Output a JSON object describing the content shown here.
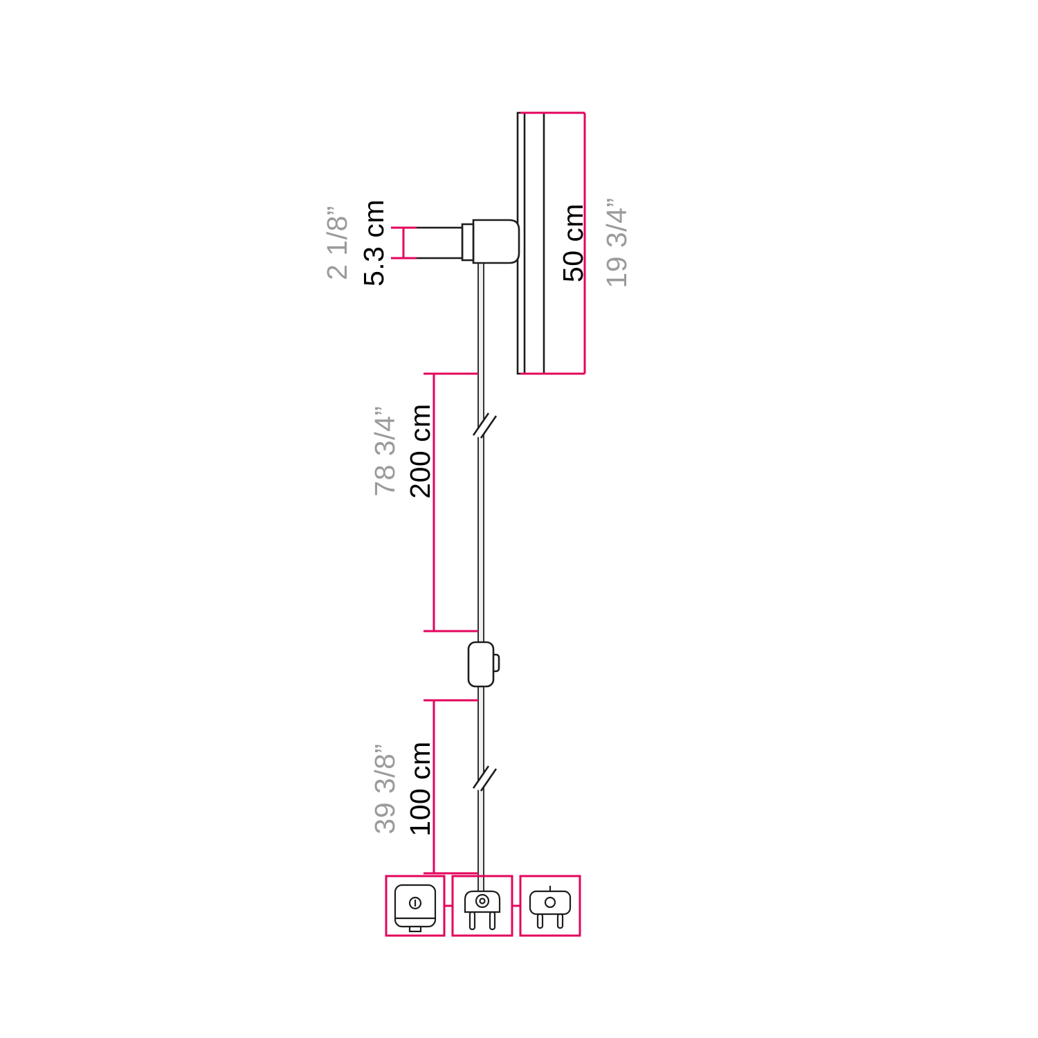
{
  "diagram": {
    "title": "lamp-dimension-diagram",
    "dims": {
      "socket": {
        "cm": "5.3 cm",
        "inch": "2 1/8”"
      },
      "tube": {
        "cm": "50 cm",
        "inch": "19 3/4”"
      },
      "cable_upper": {
        "cm": "200 cm",
        "inch": "78 3/4”"
      },
      "cable_lower": {
        "cm": "100 cm",
        "inch": "39 3/8”"
      }
    },
    "plug_options": [
      {
        "icon": "uk-plug-icon"
      },
      {
        "icon": "euro-two-pin-plug-icon"
      },
      {
        "icon": "schuko-plug-icon"
      }
    ]
  },
  "colors": {
    "accent": "#e3055c",
    "outline": "#1d1d1b",
    "cm-text": "#000000",
    "inch-text": "#9b9b9b"
  }
}
